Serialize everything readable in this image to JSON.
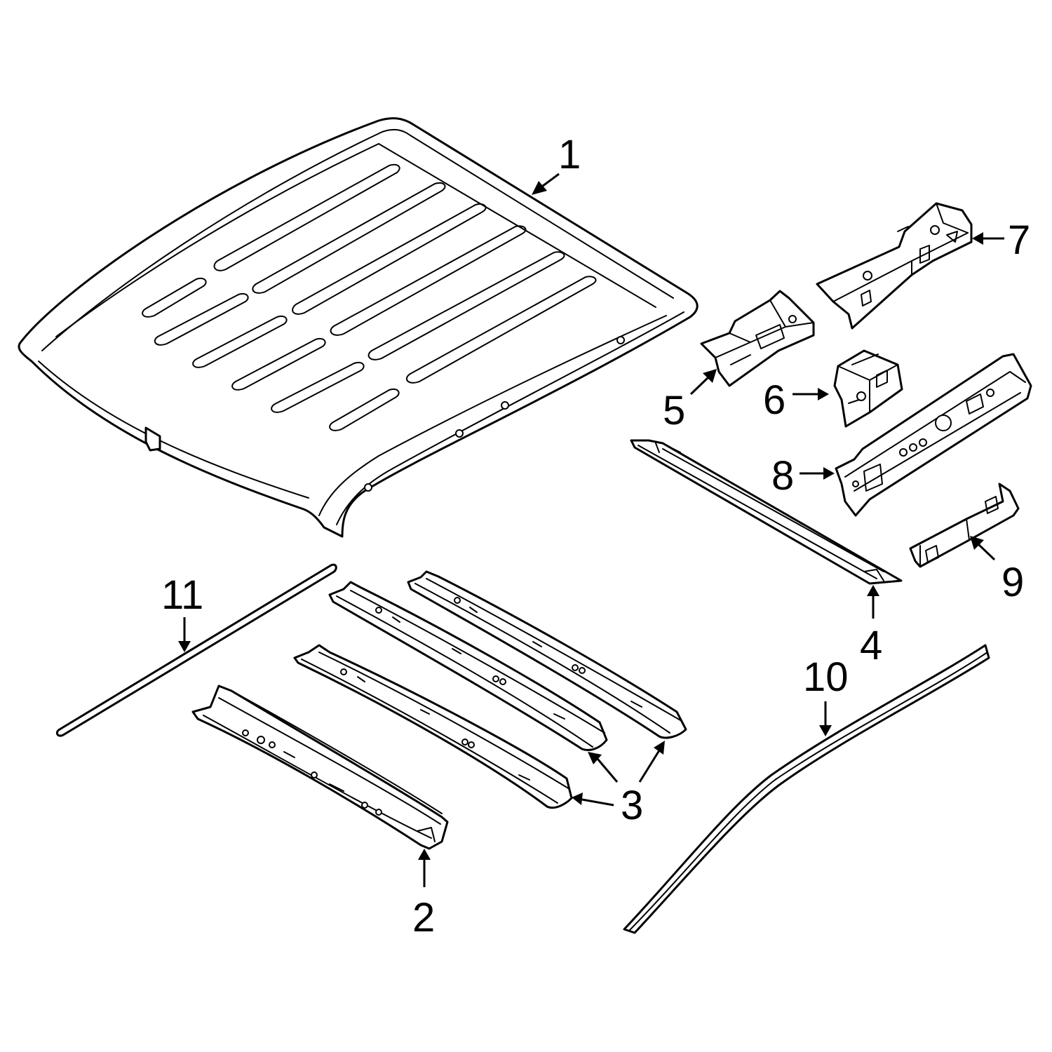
{
  "colors": {
    "line": "#000000",
    "background": "#ffffff"
  },
  "callouts": {
    "c1": "1",
    "c2": "2",
    "c3": "3",
    "c4": "4",
    "c5": "5",
    "c6": "6",
    "c7": "7",
    "c8": "8",
    "c9": "9",
    "c10": "10",
    "c11": "11"
  }
}
